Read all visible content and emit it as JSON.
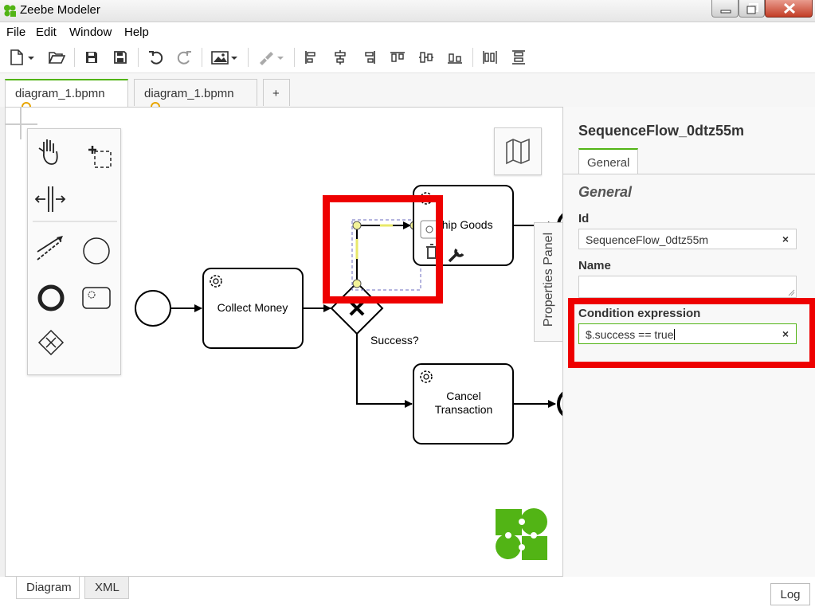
{
  "window": {
    "title": "Zeebe Modeler"
  },
  "menu": {
    "items": [
      "File",
      "Edit",
      "Window",
      "Help"
    ]
  },
  "toolbar": {
    "icons": [
      "new-file-icon",
      "open-folder-icon",
      "save-icon",
      "save-as-icon",
      "undo-icon",
      "redo-icon",
      "export-image-icon",
      "color-brush-icon",
      "align-left-icon",
      "align-center-icon",
      "align-right-icon",
      "align-top-icon",
      "align-middle-icon",
      "align-bottom-icon",
      "distribute-horizontal-icon",
      "distribute-vertical-icon"
    ]
  },
  "tabs": [
    {
      "label": "diagram_1.bpmn",
      "active": true
    },
    {
      "label": "diagram_1.bpmn",
      "active": false
    }
  ],
  "tabs_add_label": "+",
  "diagram": {
    "tasks": {
      "collect": "Collect Money",
      "ship": "Ship Goods",
      "cancel_line1": "Cancel",
      "cancel_line2": "Transaction"
    },
    "gateway_label": "Success?"
  },
  "props_tab_label": "Properties Panel",
  "properties": {
    "element_id": "SequenceFlow_0dtz55m",
    "tab_general": "General",
    "group_general": "General",
    "id_label": "Id",
    "id_value": "SequenceFlow_0dtz55m",
    "name_label": "Name",
    "condition_label": "Condition expression",
    "condition_value": "$.success == true",
    "clear_symbol": "×"
  },
  "bottom_tabs": {
    "diagram": "Diagram",
    "xml": "XML"
  },
  "log_label": "Log",
  "colors": {
    "accent": "#52b415",
    "highlight": "#ee0000",
    "dirty_dot": "#e8a500",
    "logo": "#52b415"
  }
}
